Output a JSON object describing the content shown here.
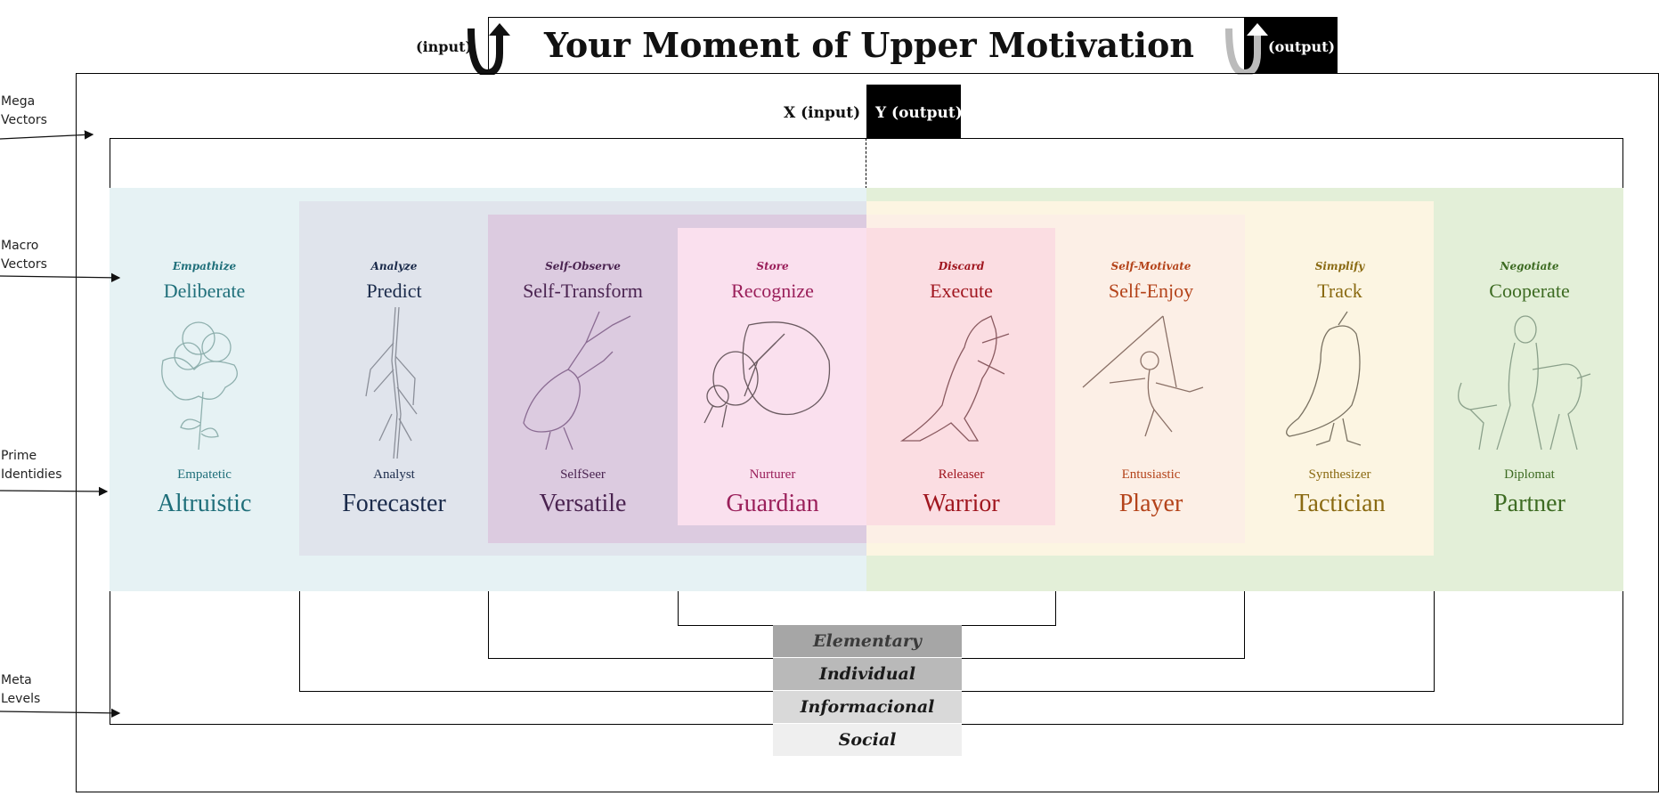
{
  "title": "Your Moment of Upper Motivation",
  "io": {
    "top_input": "(input)",
    "top_output": "(output)",
    "x_input": "X (input)",
    "y_output": "Y (output)"
  },
  "side_labels": {
    "mega": [
      "Mega",
      "Vectors"
    ],
    "macro": [
      "Macro",
      "Vectors"
    ],
    "prime": [
      "Prime",
      "Identidies"
    ],
    "meta": [
      "Meta",
      "Levels"
    ]
  },
  "columns": [
    {
      "verb": "Empathize",
      "vector": "Deliberate",
      "identity_small": "Empatetic",
      "identity": "Altruistic",
      "color": "#1f6f7a",
      "icon": "flower-icon"
    },
    {
      "verb": "Analyze",
      "vector": "Predict",
      "identity_small": "Analyst",
      "identity": "Forecaster",
      "color": "#1a2a4a",
      "icon": "stick-insect-icon"
    },
    {
      "verb": "Self-Observe",
      "vector": "Self-Transform",
      "identity_small": "SelfSeer",
      "identity": "Versatile",
      "color": "#4a2350",
      "icon": "mantis-icon"
    },
    {
      "verb": "Store",
      "vector": "Recognize",
      "identity_small": "Nurturer",
      "identity": "Guardian",
      "color": "#9a1f5a",
      "icon": "dung-beetle-icon"
    },
    {
      "verb": "Discard",
      "vector": "Execute",
      "identity_small": "Releaser",
      "identity": "Warrior",
      "color": "#a0161f",
      "icon": "cat-icon"
    },
    {
      "verb": "Self-Motivate",
      "vector": "Self-Enjoy",
      "identity_small": "Entusiastic",
      "identity": "Player",
      "color": "#b4431a",
      "icon": "monkey-icon"
    },
    {
      "verb": "Simplify",
      "vector": "Track",
      "identity_small": "Synthesizer",
      "identity": "Tactician",
      "color": "#8a6a12",
      "icon": "bird-icon"
    },
    {
      "verb": "Negotiate",
      "vector": "Cooperate",
      "identity_small": "Diplomat",
      "identity": "Partner",
      "color": "#3d6b22",
      "icon": "human-dog-icon"
    }
  ],
  "levels": [
    "Elementary",
    "Individual",
    "Informacional",
    "Social"
  ],
  "colors": {
    "left_zone": "#e6f2f4",
    "right_zone": "#e3efd8",
    "predict_zone": "#e0e4ec",
    "self_transform_zone": "#dccbe0",
    "recognize_zone": "#fae0ee",
    "execute_zone": "#fbdde2",
    "self_enjoy_zone": "#fcefe6",
    "track_zone": "#fcf5e2",
    "output_box": "#000000"
  }
}
